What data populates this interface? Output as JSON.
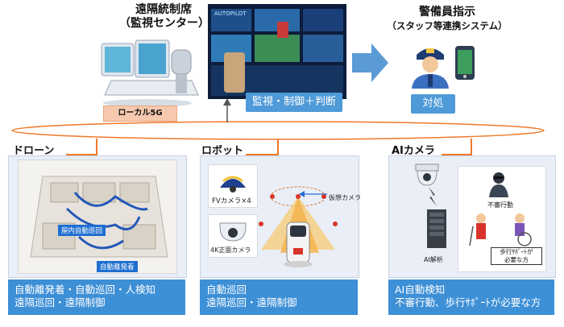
{
  "top": {
    "center_title_line1": "遠隔統制席",
    "center_title_line2": "（監視センター）",
    "monitor_label": "監視・制御＋判断",
    "guard_title_line1": "警備員指示",
    "guard_title_line2": "（スタッフ等連携システム）",
    "guard_label": "対処",
    "local5g": "ローカル5G",
    "screen_brand": "AUTOPILOT"
  },
  "sections": {
    "drone": {
      "title": "ドローン",
      "tag_patrol": "屋内自動巡回",
      "tag_takeoff": "自動離発着",
      "desc_line1": "自動離発着・自動巡回・人検知",
      "desc_line2": "遠隔巡回・遠隔制御"
    },
    "robot": {
      "title": "ロボット",
      "fv_camera": "FVカメラ×4",
      "virtual_camera": "仮想カメラ",
      "front_camera": "4K正面カメラ",
      "desc_line1": "自動巡回",
      "desc_line2": "遠隔巡回・遠隔制御"
    },
    "ai": {
      "title": "AIカメラ",
      "suspicious": "不審行動",
      "ai_analysis": "AI解析",
      "walk_support_line1": "歩行ｻﾎﾟｰﾄが",
      "walk_support_line2": "必要な方",
      "desc_line1": "AI自動検知",
      "desc_line2": "不審行動、歩行ｻﾎﾟｰﾄが必要な方"
    }
  },
  "colors": {
    "accent_blue": "#3d8fd6",
    "light_blue": "#4f9ad8",
    "orange": "#f07a2a",
    "panel_bg": "#e9eef7"
  }
}
